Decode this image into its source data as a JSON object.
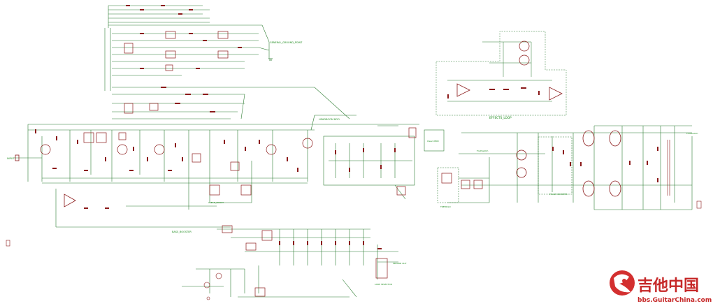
{
  "colors": {
    "background": "#ffffff",
    "wire": "#2e7d32",
    "component": "#8b1a1a",
    "bus": "#1b5e20",
    "watermark_red": "#d32f2f",
    "watermark_text": "#c62828"
  },
  "labels": {
    "ground_point": "GENERAL_GROUND_POINT",
    "headroom_boo": "HEADROOM BOO",
    "effects_loop": "EFFECTS_LOOP",
    "clean_mod": "Clean MOD",
    "clean_boost": "CLEAN_BOOST",
    "tremolo": "TREMOLO",
    "phase_inverter": "PHASE INVERTER",
    "input": "INPUT",
    "loop_selector": "LOOP SELECTOR",
    "footswitch": "FootSwitch",
    "bass_booster": "BASS_BOOSTER",
    "preamp_out": "PREAMP OUT"
  },
  "watermark": {
    "chinese": "吉他中国",
    "url": "bbs.GuitarChina.com"
  }
}
